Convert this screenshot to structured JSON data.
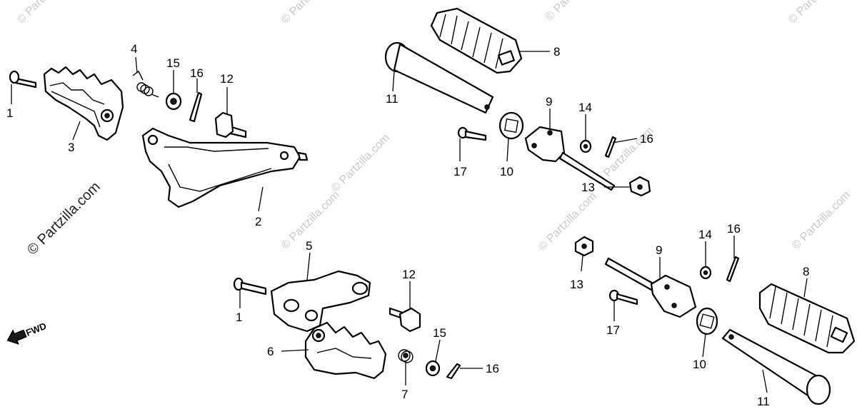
{
  "watermark": {
    "text": "© Partzilla.com"
  },
  "direction_marker": {
    "label": "FWD"
  },
  "callouts": [
    {
      "id": "c1a",
      "label": "1"
    },
    {
      "id": "c3",
      "label": "3"
    },
    {
      "id": "c4",
      "label": "4"
    },
    {
      "id": "c15a",
      "label": "15"
    },
    {
      "id": "c16a",
      "label": "16"
    },
    {
      "id": "c12a",
      "label": "12"
    },
    {
      "id": "c2",
      "label": "2"
    },
    {
      "id": "c8a",
      "label": "8"
    },
    {
      "id": "c11a",
      "label": "11"
    },
    {
      "id": "c9a",
      "label": "9"
    },
    {
      "id": "c14a",
      "label": "14"
    },
    {
      "id": "c16b",
      "label": "16"
    },
    {
      "id": "c17a",
      "label": "17"
    },
    {
      "id": "c10a",
      "label": "10"
    },
    {
      "id": "c13a",
      "label": "13"
    },
    {
      "id": "c5",
      "label": "5"
    },
    {
      "id": "c12b",
      "label": "12"
    },
    {
      "id": "c1b",
      "label": "1"
    },
    {
      "id": "c6",
      "label": "6"
    },
    {
      "id": "c15b",
      "label": "15"
    },
    {
      "id": "c16c",
      "label": "16"
    },
    {
      "id": "c7",
      "label": "7"
    },
    {
      "id": "c14b",
      "label": "14"
    },
    {
      "id": "c16d",
      "label": "16"
    },
    {
      "id": "c9b",
      "label": "9"
    },
    {
      "id": "c13b",
      "label": "13"
    },
    {
      "id": "c8b",
      "label": "8"
    },
    {
      "id": "c17b",
      "label": "17"
    },
    {
      "id": "c10b",
      "label": "10"
    },
    {
      "id": "c11b",
      "label": "11"
    }
  ]
}
